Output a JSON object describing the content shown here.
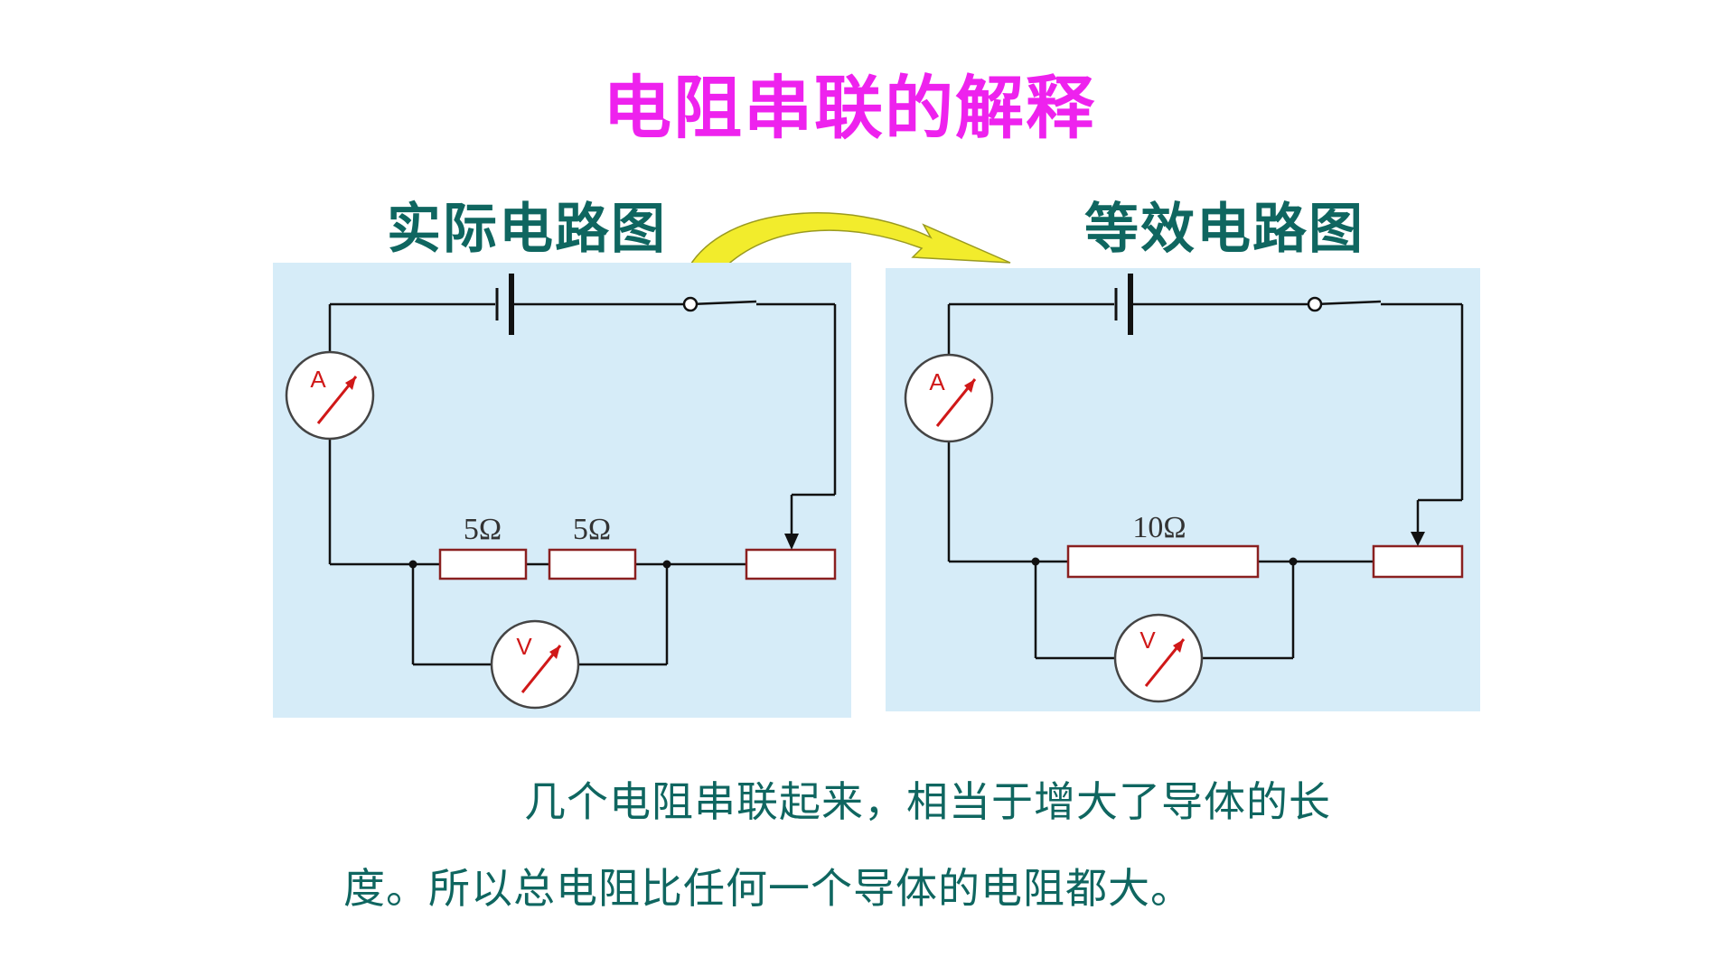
{
  "slide": {
    "title": "电阻串联的解释",
    "title_color": "#ee22ee",
    "label_color": "#0f6660",
    "panel_bg": "#d6ecf8",
    "arrow_color": "#f2ec2c"
  },
  "panels": {
    "actual": {
      "label": "实际电路图",
      "resistors": [
        "5Ω",
        "5Ω"
      ],
      "ammeter": "A",
      "voltmeter": "V"
    },
    "equivalent": {
      "label": "等效电路图",
      "resistors": [
        "10Ω"
      ],
      "ammeter": "A",
      "voltmeter": "V"
    }
  },
  "explanation": "几个电阻串联起来，相当于增大了导体的长度。所以总电阻比任何一个导体的电阻都大。"
}
